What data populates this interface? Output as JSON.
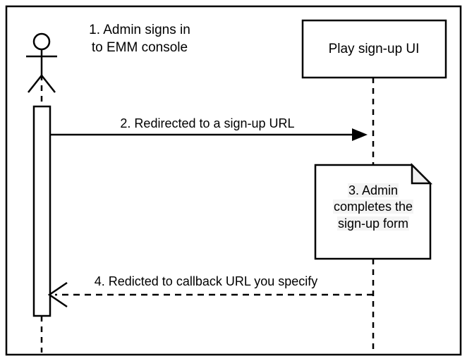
{
  "diagram": {
    "type": "sequence-diagram",
    "title": "",
    "colors": {
      "stroke": "#000000",
      "background": "#ffffff",
      "note_fill": "#ffffff",
      "note_fold_fill": "#f0f0f0",
      "text_highlight": "#f4f4f4"
    },
    "frame": {
      "border_color": "#000000",
      "border_width": 2
    }
  },
  "actors": [
    {
      "id": "admin",
      "icon": "stick-figure-actor",
      "label": "",
      "lifeline_style": "dashed",
      "activation": true
    },
    {
      "id": "play-ui",
      "icon": "participant-box",
      "label": "Play sign-up UI",
      "lifeline_style": "dashed",
      "activation": false
    }
  ],
  "steps": [
    {
      "number": "1",
      "kind": "annotation",
      "lines": [
        "1. Admin signs in",
        "to EMM console"
      ],
      "text": "1. Admin signs in to EMM console"
    },
    {
      "number": "2",
      "kind": "message",
      "arrow": "solid-filled-arrow",
      "direction": "left-to-right",
      "from": "admin",
      "to": "play-ui",
      "text": "2. Redirected to a sign-up URL"
    },
    {
      "number": "3",
      "kind": "note",
      "lines": [
        "3. Admin",
        "completes the",
        "sign-up form"
      ],
      "text": "3. Admin completes the sign-up form",
      "attached_to": "play-ui"
    },
    {
      "number": "4",
      "kind": "message",
      "arrow": "dashed-open-arrow",
      "direction": "right-to-left",
      "from": "play-ui",
      "to": "admin",
      "text": "4. Redicted to callback URL you specify"
    }
  ]
}
